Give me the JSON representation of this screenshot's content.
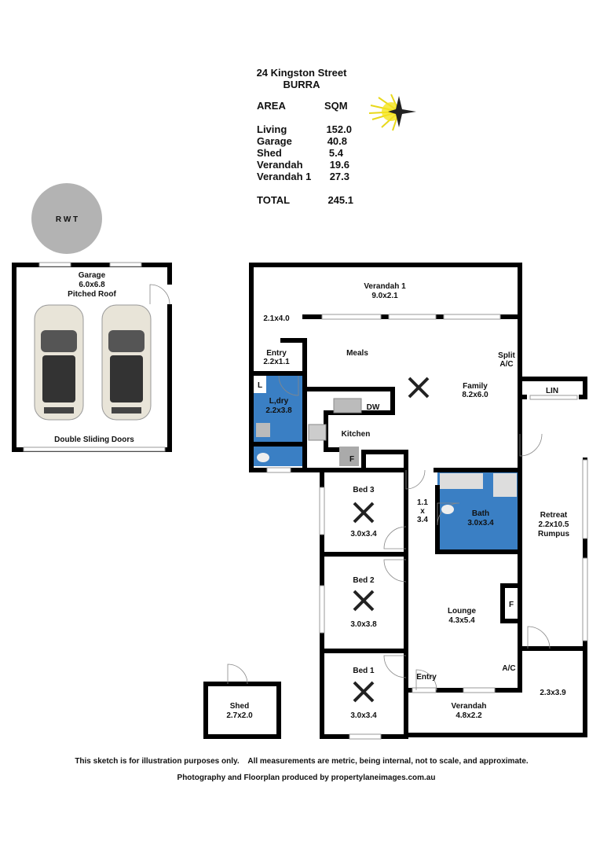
{
  "header": {
    "address": "24 Kingston Street",
    "suburb": "BURRA"
  },
  "areas": {
    "col_area": "AREA",
    "col_sqm": "SQM",
    "rows": [
      {
        "name": "Living",
        "sqm": "152.0"
      },
      {
        "name": "Garage",
        "sqm": "40.8"
      },
      {
        "name": "Shed",
        "sqm": "5.4"
      },
      {
        "name": "Verandah",
        "sqm": "19.6"
      },
      {
        "name": "Verandah 1",
        "sqm": "27.3"
      }
    ],
    "total_label": "TOTAL",
    "total": "245.1"
  },
  "rwt": "R W T",
  "garage": {
    "name": "Garage",
    "size": "6.0x6.8",
    "note": "Pitched Roof",
    "doors": "Double Sliding Doors"
  },
  "rooms": {
    "verandah1": {
      "name": "Verandah 1",
      "size": "9.0x2.1"
    },
    "side": {
      "size": "2.1x4.0"
    },
    "entry_rear": {
      "name": "Entry",
      "size": "2.2x1.1"
    },
    "laundry": {
      "name": "L,dry",
      "size": "2.2x3.8",
      "linen": "L"
    },
    "meals": {
      "name": "Meals"
    },
    "split_ac": {
      "line1": "Split",
      "line2": "A/C"
    },
    "family": {
      "name": "Family",
      "size": "8.2x6.0"
    },
    "lin": {
      "name": "LIN"
    },
    "kitchen": {
      "name": "Kitchen",
      "dw": "DW",
      "fridge": "F"
    },
    "bed3": {
      "name": "Bed 3",
      "size": "3.0x3.4"
    },
    "hall": {
      "l1": "1.1",
      "l2": "x",
      "l3": "3.4"
    },
    "bath": {
      "name": "Bath",
      "size": "3.0x3.4"
    },
    "retreat": {
      "name": "Retreat",
      "size": "2.2x10.5",
      "note": "Rumpus"
    },
    "bed2": {
      "name": "Bed 2",
      "size": "3.0x3.8"
    },
    "lounge": {
      "name": "Lounge",
      "size": "4.3x5.4",
      "fridge": "F",
      "ac": "A/C"
    },
    "bed1": {
      "name": "Bed 1",
      "size": "3.0x3.4"
    },
    "entry_front": {
      "name": "Entry"
    },
    "verandah": {
      "name": "Verandah",
      "size": "4.8x2.2"
    },
    "corner": {
      "size": "2.3x3.9"
    },
    "shed": {
      "name": "Shed",
      "size": "2.7x2.0"
    }
  },
  "footer": {
    "disclaimer": "This sketch is for illustration purposes only.    All measurements are metric, being internal, not to scale, and approximate.",
    "credit": "Photography and Floorplan produced by propertylaneimages.com.au"
  },
  "colors": {
    "wet_area": "#3a7fc4",
    "rwt": "#b3b3b3",
    "compass": "#f5e51c"
  }
}
